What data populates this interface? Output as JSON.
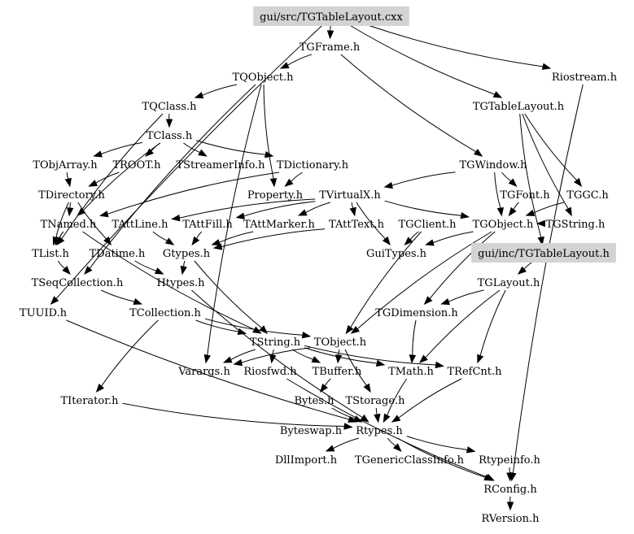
{
  "graph": {
    "title": "gui/src/TGTableLayout.cxx include dependency graph",
    "highlight_color": "#d3d3d3",
    "nodes": [
      {
        "id": "src",
        "label": "gui/src/TGTableLayout.cxx",
        "highlighted": true
      },
      {
        "id": "TGFrame",
        "label": "TGFrame.h"
      },
      {
        "id": "Riostream",
        "label": "Riostream.h"
      },
      {
        "id": "TQObject",
        "label": "TQObject.h"
      },
      {
        "id": "TGTableLayout",
        "label": "TGTableLayout.h"
      },
      {
        "id": "TQClass",
        "label": "TQClass.h"
      },
      {
        "id": "TClass",
        "label": "TClass.h"
      },
      {
        "id": "TObjArray",
        "label": "TObjArray.h"
      },
      {
        "id": "TROOT",
        "label": "TROOT.h"
      },
      {
        "id": "TStreamerInfo",
        "label": "TStreamerInfo.h"
      },
      {
        "id": "TDictionary",
        "label": "TDictionary.h"
      },
      {
        "id": "TGWindow",
        "label": "TGWindow.h"
      },
      {
        "id": "TDirectory",
        "label": "TDirectory.h"
      },
      {
        "id": "Property",
        "label": "Property.h"
      },
      {
        "id": "TVirtualX",
        "label": "TVirtualX.h"
      },
      {
        "id": "TGFont",
        "label": "TGFont.h"
      },
      {
        "id": "TGGC",
        "label": "TGGC.h"
      },
      {
        "id": "TNamed",
        "label": "TNamed.h"
      },
      {
        "id": "TAttLine",
        "label": "TAttLine.h"
      },
      {
        "id": "TAttFill",
        "label": "TAttFill.h"
      },
      {
        "id": "TAttMarker",
        "label": "TAttMarker.h"
      },
      {
        "id": "TAttText",
        "label": "TAttText.h"
      },
      {
        "id": "TGClient",
        "label": "TGClient.h"
      },
      {
        "id": "TGObject",
        "label": "TGObject.h"
      },
      {
        "id": "TGString",
        "label": "TGString.h"
      },
      {
        "id": "TList",
        "label": "TList.h"
      },
      {
        "id": "TDatime",
        "label": "TDatime.h"
      },
      {
        "id": "Gtypes",
        "label": "Gtypes.h"
      },
      {
        "id": "GuiTypes",
        "label": "GuiTypes.h"
      },
      {
        "id": "inc",
        "label": "gui/inc/TGTableLayout.h",
        "highlighted": true
      },
      {
        "id": "TSeqCollection",
        "label": "TSeqCollection.h"
      },
      {
        "id": "Htypes",
        "label": "Htypes.h"
      },
      {
        "id": "TGLayout",
        "label": "TGLayout.h"
      },
      {
        "id": "TUUID",
        "label": "TUUID.h"
      },
      {
        "id": "TCollection",
        "label": "TCollection.h"
      },
      {
        "id": "TGDimension",
        "label": "TGDimension.h"
      },
      {
        "id": "TString",
        "label": "TString.h"
      },
      {
        "id": "TObject",
        "label": "TObject.h"
      },
      {
        "id": "Varargs",
        "label": "Varargs.h"
      },
      {
        "id": "Riosfwd",
        "label": "Riosfwd.h"
      },
      {
        "id": "TBuffer",
        "label": "TBuffer.h"
      },
      {
        "id": "TMath",
        "label": "TMath.h"
      },
      {
        "id": "TRefCnt",
        "label": "TRefCnt.h"
      },
      {
        "id": "TIterator",
        "label": "TIterator.h"
      },
      {
        "id": "Bytes",
        "label": "Bytes.h"
      },
      {
        "id": "TStorage",
        "label": "TStorage.h"
      },
      {
        "id": "Byteswap",
        "label": "Byteswap.h"
      },
      {
        "id": "Rtypes",
        "label": "Rtypes.h"
      },
      {
        "id": "DllImport",
        "label": "DllImport.h"
      },
      {
        "id": "TGenericClassInfo",
        "label": "TGenericClassInfo.h"
      },
      {
        "id": "Rtypeinfo",
        "label": "Rtypeinfo.h"
      },
      {
        "id": "RConfig",
        "label": "RConfig.h"
      },
      {
        "id": "RVersion",
        "label": "RVersion.h"
      }
    ],
    "edges": [
      [
        "src",
        "TGFrame"
      ],
      [
        "src",
        "Riostream"
      ],
      [
        "src",
        "TGTableLayout"
      ],
      [
        "src",
        "TUUID"
      ],
      [
        "TGFrame",
        "TQObject"
      ],
      [
        "TGFrame",
        "TGWindow"
      ],
      [
        "TQObject",
        "TQClass"
      ],
      [
        "TQObject",
        "TSeqCollection"
      ],
      [
        "TQObject",
        "Varargs"
      ],
      [
        "TQObject",
        "Property"
      ],
      [
        "TQClass",
        "TClass"
      ],
      [
        "TQClass",
        "TList"
      ],
      [
        "TClass",
        "TObjArray"
      ],
      [
        "TClass",
        "TROOT"
      ],
      [
        "TClass",
        "TStreamerInfo"
      ],
      [
        "TClass",
        "TDictionary"
      ],
      [
        "TClass",
        "TNamed"
      ],
      [
        "TObjArray",
        "TDirectory"
      ],
      [
        "TROOT",
        "TDirectory"
      ],
      [
        "TDictionary",
        "TNamed"
      ],
      [
        "TDictionary",
        "Property"
      ],
      [
        "TDirectory",
        "TNamed"
      ],
      [
        "TDirectory",
        "TDatime"
      ],
      [
        "TDirectory",
        "TList"
      ],
      [
        "TGTableLayout",
        "inc"
      ],
      [
        "TGTableLayout",
        "TGGC"
      ],
      [
        "TGTableLayout",
        "TGString"
      ],
      [
        "Riostream",
        "RConfig"
      ],
      [
        "TGWindow",
        "TVirtualX"
      ],
      [
        "TGWindow",
        "TGObject"
      ],
      [
        "TGWindow",
        "TGFont"
      ],
      [
        "TVirtualX",
        "TAttLine"
      ],
      [
        "TVirtualX",
        "TAttFill"
      ],
      [
        "TVirtualX",
        "TAttMarker"
      ],
      [
        "TVirtualX",
        "TAttText"
      ],
      [
        "TVirtualX",
        "TGObject"
      ],
      [
        "TVirtualX",
        "GuiTypes"
      ],
      [
        "TGFont",
        "TGObject"
      ],
      [
        "TGGC",
        "TGObject"
      ],
      [
        "TGString",
        "TGObject"
      ],
      [
        "TGClient",
        "GuiTypes"
      ],
      [
        "TGClient",
        "TObject"
      ],
      [
        "TGObject",
        "TObject"
      ],
      [
        "TGObject",
        "GuiTypes"
      ],
      [
        "TGObject",
        "TGDimension"
      ],
      [
        "TAttLine",
        "Gtypes"
      ],
      [
        "TAttFill",
        "Gtypes"
      ],
      [
        "TAttMarker",
        "Gtypes"
      ],
      [
        "TAttText",
        "Gtypes"
      ],
      [
        "TNamed",
        "TList"
      ],
      [
        "TNamed",
        "TString"
      ],
      [
        "TList",
        "TSeqCollection"
      ],
      [
        "TDatime",
        "Htypes"
      ],
      [
        "Gtypes",
        "Htypes"
      ],
      [
        "Gtypes",
        "TString"
      ],
      [
        "TSeqCollection",
        "TCollection"
      ],
      [
        "TCollection",
        "TIterator"
      ],
      [
        "TCollection",
        "TObject"
      ],
      [
        "TCollection",
        "TString"
      ],
      [
        "inc",
        "TGLayout"
      ],
      [
        "TGLayout",
        "TGDimension"
      ],
      [
        "TGLayout",
        "TRefCnt"
      ],
      [
        "TGLayout",
        "TMath"
      ],
      [
        "TGDimension",
        "TMath"
      ],
      [
        "TString",
        "Varargs"
      ],
      [
        "TString",
        "Riosfwd"
      ],
      [
        "TString",
        "TBuffer"
      ],
      [
        "TString",
        "TRefCnt"
      ],
      [
        "TString",
        "TMath"
      ],
      [
        "TObject",
        "TBuffer"
      ],
      [
        "TObject",
        "Varargs"
      ],
      [
        "TObject",
        "TStorage"
      ],
      [
        "TBuffer",
        "Bytes"
      ],
      [
        "TMath",
        "Rtypes"
      ],
      [
        "TRefCnt",
        "Rtypes"
      ],
      [
        "Bytes",
        "Rtypes"
      ],
      [
        "TStorage",
        "Rtypes"
      ],
      [
        "TUUID",
        "Rtypes"
      ],
      [
        "TIterator",
        "Rtypes"
      ],
      [
        "Htypes",
        "Rtypes"
      ],
      [
        "Riosfwd",
        "RConfig"
      ],
      [
        "Rtypes",
        "DllImport"
      ],
      [
        "Rtypes",
        "TGenericClassInfo"
      ],
      [
        "Rtypes",
        "Rtypeinfo"
      ],
      [
        "Rtypes",
        "RConfig"
      ],
      [
        "Rtypeinfo",
        "RConfig"
      ],
      [
        "RConfig",
        "RVersion"
      ]
    ]
  }
}
